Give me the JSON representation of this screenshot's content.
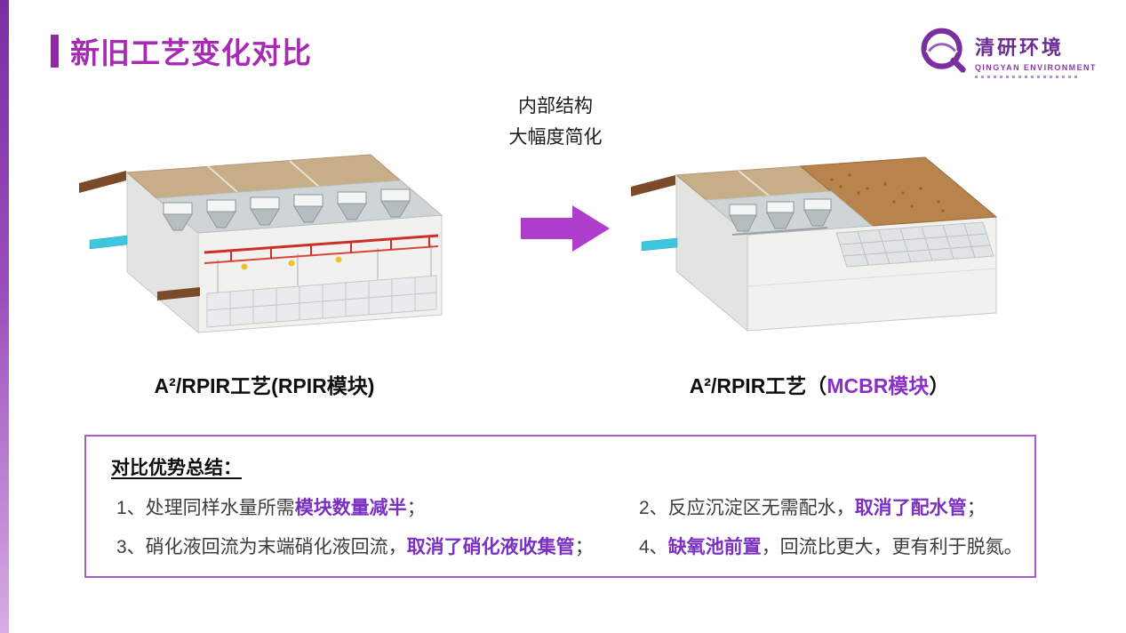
{
  "header": {
    "title": "新旧工艺变化对比"
  },
  "logo": {
    "name_cn": "清研环境",
    "name_en": "QINGYAN ENVIRONMENT"
  },
  "comparison": {
    "note_line1": "内部结构",
    "note_line2": "大幅度简化",
    "left_caption": "A²/RPIR工艺(RPIR模块)",
    "right_caption": {
      "pre": "A²/RPIR工艺（",
      "highlight": "MCBR模块",
      "post": "）"
    }
  },
  "advantages": {
    "heading": "对比优势总结：",
    "items": [
      {
        "pre": "1、处理同样水量所需",
        "highlight": "模块数量减半",
        "post": "；"
      },
      {
        "pre": "2、反应沉淀区无需配水，",
        "highlight": "取消了配水管",
        "post": "；"
      },
      {
        "pre": "3、硝化液回流为末端硝化液回流，",
        "highlight": "取消了硝化液收集管",
        "post": "；"
      },
      {
        "pre": "4、",
        "highlight": "缺氧池前置",
        "post": "，回流比更大，更有利于脱氮。"
      }
    ]
  },
  "colors": {
    "accent": "#A62BB2",
    "highlight_text": "#7A30C0",
    "caption_highlight": "#8A2ECB",
    "box_border": "#A95CC8",
    "arrow": "#AE3ECB",
    "logo_purple": "#6B2D90"
  }
}
